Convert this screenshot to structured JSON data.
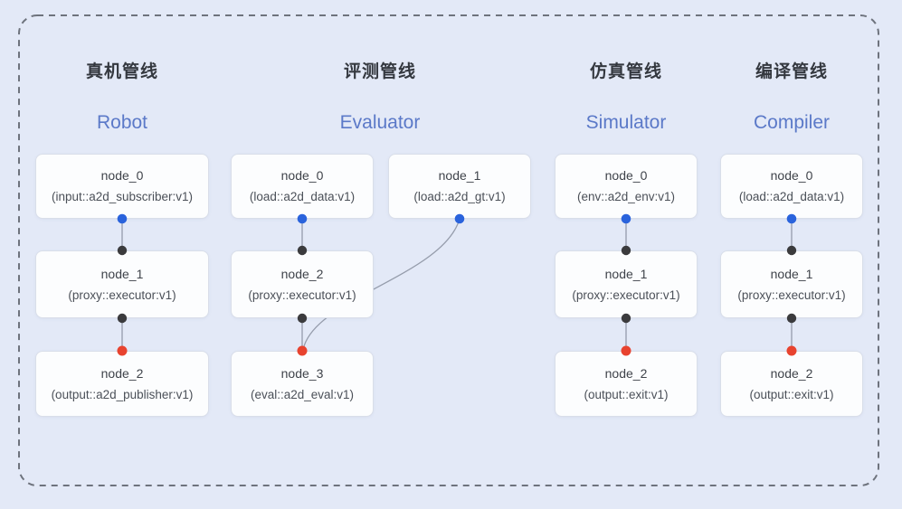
{
  "pipelines": [
    {
      "id": "robot",
      "title_zh": "真机管线",
      "title_en": "Robot",
      "nodes": [
        {
          "name": "node_0",
          "type": "(input::a2d_subscriber:v1)"
        },
        {
          "name": "node_1",
          "type": "(proxy::executor:v1)"
        },
        {
          "name": "node_2",
          "type": "(output::a2d_publisher:v1)"
        }
      ]
    },
    {
      "id": "evaluator",
      "title_zh": "评测管线",
      "title_en": "Evaluator",
      "nodes": [
        {
          "name": "node_0",
          "type": "(load::a2d_data:v1)"
        },
        {
          "name": "node_1",
          "type": "(load::a2d_gt:v1)"
        },
        {
          "name": "node_2",
          "type": "(proxy::executor:v1)"
        },
        {
          "name": "node_3",
          "type": "(eval::a2d_eval:v1)"
        }
      ]
    },
    {
      "id": "simulator",
      "title_zh": "仿真管线",
      "title_en": "Simulator",
      "nodes": [
        {
          "name": "node_0",
          "type": "(env::a2d_env:v1)"
        },
        {
          "name": "node_1",
          "type": "(proxy::executor:v1)"
        },
        {
          "name": "node_2",
          "type": "(output::exit:v1)"
        }
      ]
    },
    {
      "id": "compiler",
      "title_zh": "编译管线",
      "title_en": "Compiler",
      "nodes": [
        {
          "name": "node_0",
          "type": "(load::a2d_data:v1)"
        },
        {
          "name": "node_1",
          "type": "(proxy::executor:v1)"
        },
        {
          "name": "node_2",
          "type": "(output::exit:v1)"
        }
      ]
    }
  ],
  "colors": {
    "background": "#e3e9f7",
    "dashed_border": "#6e737d",
    "node_fill": "#fcfdfe",
    "node_border": "#d9dee9",
    "edge": "#959cab",
    "port_blue": "#2a63dc",
    "port_black": "#3b3b3d",
    "port_red": "#e8432f",
    "title_zh_color": "#34383f",
    "title_en_color": "#5b79c8"
  }
}
